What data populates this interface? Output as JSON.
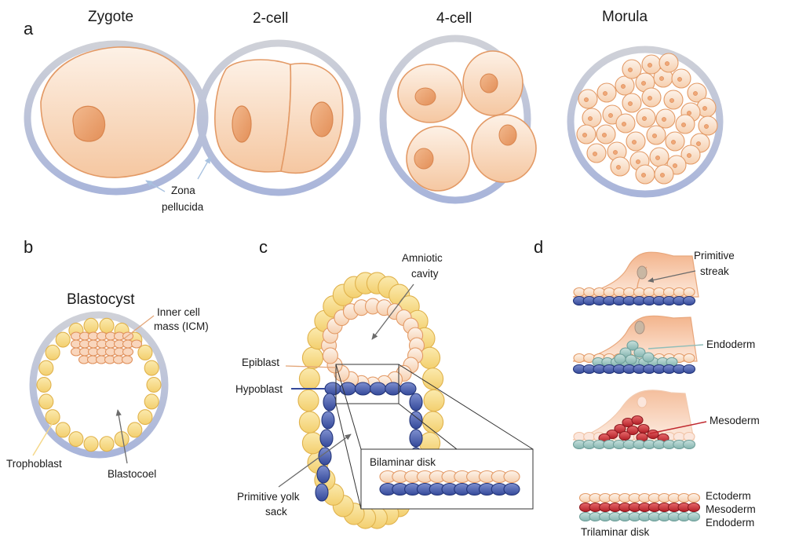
{
  "panels": {
    "a": "a",
    "b": "b",
    "c": "c",
    "d": "d"
  },
  "stages": {
    "zygote": "Zygote",
    "two_cell": "2-cell",
    "four_cell": "4-cell",
    "morula": "Morula",
    "zona_line1": "Zona",
    "zona_line2": "pellucida"
  },
  "blastocyst": {
    "title": "Blastocyst",
    "icm_line1": "Inner cell",
    "icm_line2": "mass (ICM)",
    "trophoblast": "Trophoblast",
    "blastocoel": "Blastocoel"
  },
  "bilaminar": {
    "amniotic_line1": "Amniotic",
    "amniotic_line2": "cavity",
    "epiblast": "Epiblast",
    "hypoblast": "Hypoblast",
    "yolk_line1": "Primitive yolk",
    "yolk_line2": "sack",
    "inset_title": "Bilaminar disk"
  },
  "gastrulation": {
    "streak_line1": "Primitive",
    "streak_line2": "streak",
    "endoderm": "Endoderm",
    "mesoderm": "Mesoderm",
    "tri_ectoderm": "Ectoderm",
    "tri_mesoderm": "Mesoderm",
    "tri_endoderm": "Endoderm",
    "trilaminar": "Trilaminar disk"
  },
  "colors": {
    "zona": "#b9c3dd",
    "cell_fill": "#fbe3d0",
    "cell_stroke": "#e39a66",
    "trophoblast": "#f7dc86",
    "hypoblast": "#34499a",
    "endoderm": "#8fbdb8",
    "mesoderm": "#c0282e"
  }
}
